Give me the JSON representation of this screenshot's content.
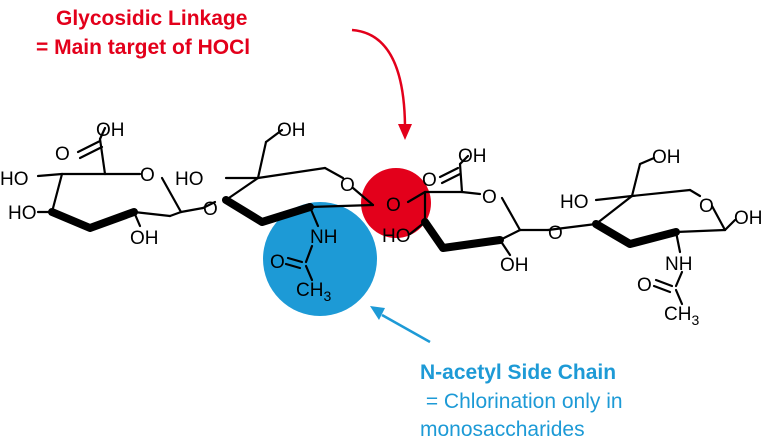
{
  "colors": {
    "red": "#e3001b",
    "blue": "#1d9ad6",
    "black": "#000000"
  },
  "callouts": {
    "glycosidic": {
      "line1": "Glycosidic Linkage",
      "line2": "= Main target of HOCl"
    },
    "acetyl": {
      "line1": "N-acetyl Side Chain",
      "line2": " = Chlorination only in",
      "line3": "monosaccharides"
    }
  },
  "atoms": {
    "OH": "OH",
    "HO": "HO",
    "O": "O",
    "NH": "NH",
    "CH": "CH",
    "sub3": "3"
  }
}
